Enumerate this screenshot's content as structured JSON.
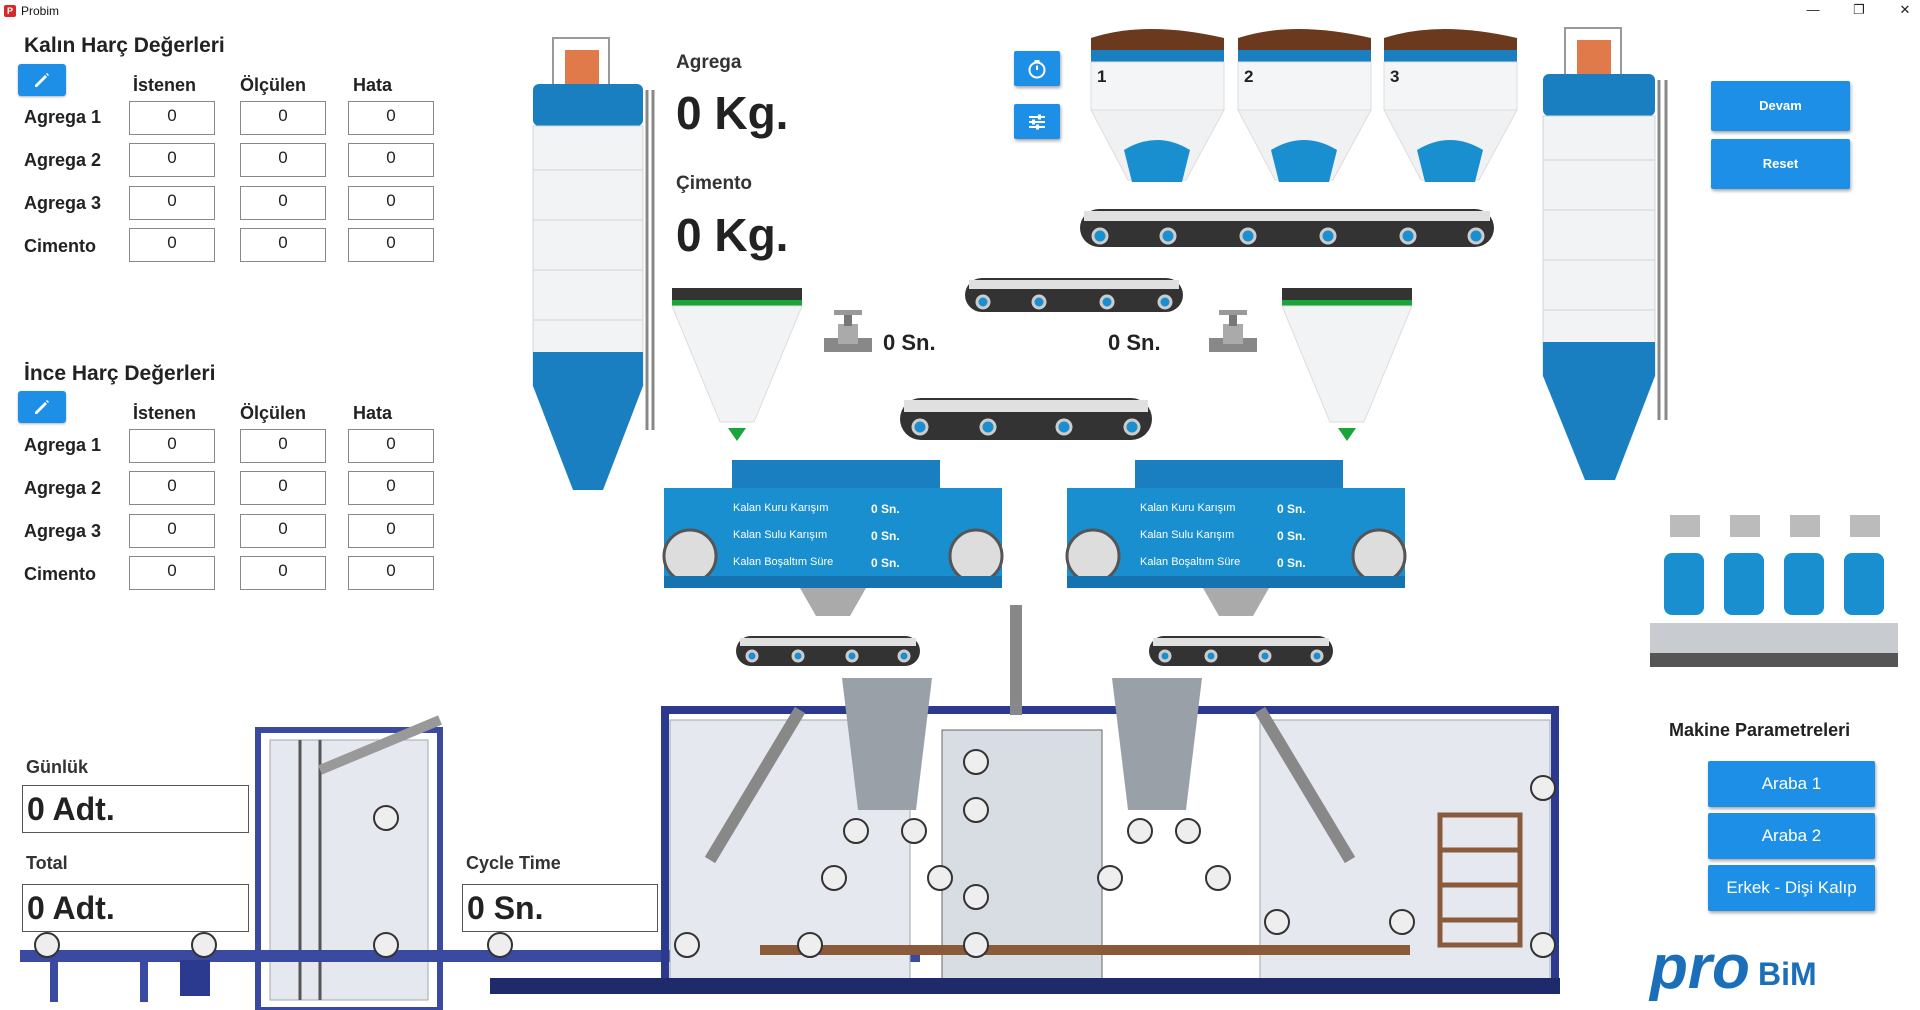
{
  "window": {
    "title": "Probim",
    "app_icon": "app-icon"
  },
  "thick_mortar": {
    "title": "Kalın Harç Değerleri",
    "headers": [
      "İstenen",
      "Ölçülen",
      "Hata"
    ],
    "rows": [
      {
        "label": "Agrega 1",
        "values": [
          "0",
          "0",
          "0"
        ]
      },
      {
        "label": "Agrega 2",
        "values": [
          "0",
          "0",
          "0"
        ]
      },
      {
        "label": "Agrega 3",
        "values": [
          "0",
          "0",
          "0"
        ]
      },
      {
        "label": "Cimento",
        "values": [
          "0",
          "0",
          "0"
        ]
      }
    ]
  },
  "fine_mortar": {
    "title": "İnce Harç Değerleri",
    "headers": [
      "İstenen",
      "Ölçülen",
      "Hata"
    ],
    "rows": [
      {
        "label": "Agrega 1",
        "values": [
          "0",
          "0",
          "0"
        ]
      },
      {
        "label": "Agrega 2",
        "values": [
          "0",
          "0",
          "0"
        ]
      },
      {
        "label": "Agrega 3",
        "values": [
          "0",
          "0",
          "0"
        ]
      },
      {
        "label": "Cimento",
        "values": [
          "0",
          "0",
          "0"
        ]
      }
    ]
  },
  "weights": {
    "agrega_label": "Agrega",
    "agrega_value": "0 Kg.",
    "cimento_label": "Çimento",
    "cimento_value": "0 Kg."
  },
  "valve_times": {
    "left": "0 Sn.",
    "right": "0 Sn."
  },
  "bins": [
    "1",
    "2",
    "3"
  ],
  "mixer_rows": [
    {
      "label": "Kalan Kuru Karışım",
      "left": "0 Sn.",
      "right": "0 Sn."
    },
    {
      "label": "Kalan Sulu Karışım",
      "left": "0 Sn.",
      "right": "0 Sn."
    },
    {
      "label": "Kalan Boşaltım Süre",
      "left": "0 Sn.",
      "right": "0 Sn."
    }
  ],
  "controls": {
    "continue": "Devam",
    "reset": "Reset"
  },
  "machine_params": {
    "title": "Makine Parametreleri",
    "buttons": [
      "Araba 1",
      "Araba 2",
      "Erkek - Dişi Kalıp"
    ]
  },
  "counters": {
    "daily_label": "Günlük",
    "daily_value": "0 Adt.",
    "total_label": "Total",
    "total_value": "0 Adt.",
    "cycle_label": "Cycle Time",
    "cycle_value": "0 Sn."
  },
  "logo": {
    "text_pro": "pro",
    "text_bim": "BiM"
  },
  "colors": {
    "accent": "#1e8fe6",
    "silo_blue": "#1a7fc0",
    "frame_blue": "#2b3a8f",
    "conveyor": "#333333",
    "green": "#1aa53a"
  }
}
